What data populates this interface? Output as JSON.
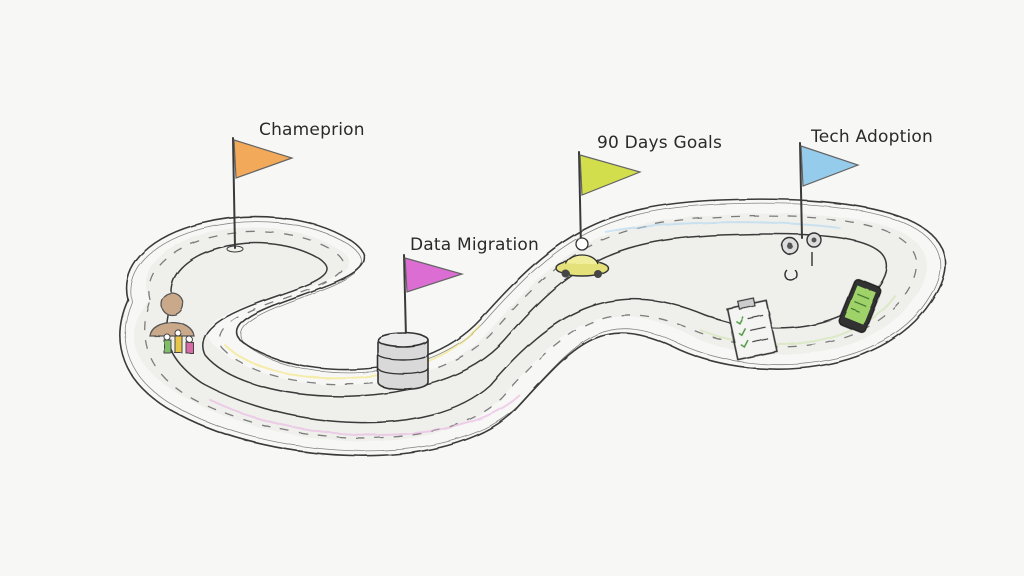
{
  "milestones": [
    {
      "id": "champion",
      "label": "Chameprion",
      "flag_color": "#f2a24a",
      "icon": "person-with-team-icon"
    },
    {
      "id": "data-migration",
      "label": "Data Migration",
      "flag_color": "#d95fd0",
      "icon": "database-icon"
    },
    {
      "id": "goals",
      "label": "90 Days Goals",
      "flag_color": "#cfdc3a",
      "icon": "vehicle-icon"
    },
    {
      "id": "tech",
      "label": "Tech Adoption",
      "flag_color": "#8cc8ea",
      "icon": "gears-icon"
    }
  ],
  "extra_icons": [
    "checklist-clipboard-icon",
    "smartphone-icon"
  ],
  "colors": {
    "road_outline": "#3a3a3a",
    "road_fill": "#f1f1ef",
    "background": "#f7f7f5"
  }
}
